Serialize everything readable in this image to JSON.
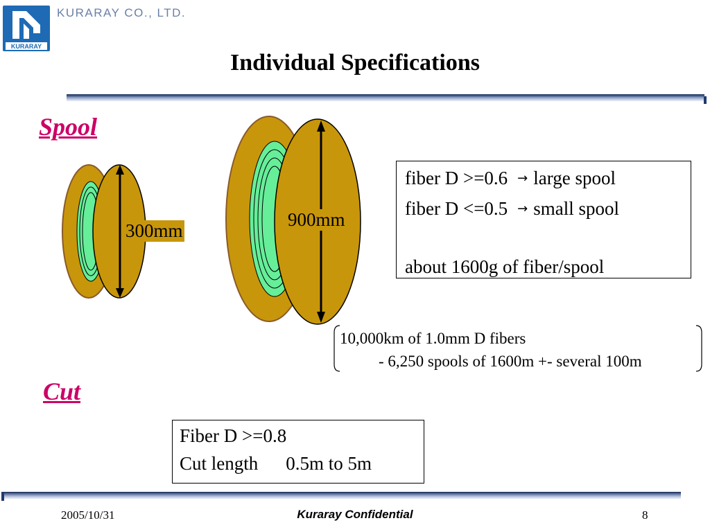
{
  "header": {
    "company": "KURARAY CO., LTD.",
    "logo_text": "KURARAY",
    "title": "Individual Specifications"
  },
  "spool_section": {
    "heading": "Spool",
    "small_dimension": "300mm",
    "large_dimension": "900mm",
    "rules": [
      {
        "condition": "fiber D >=0.6",
        "arrow": "→",
        "result": "large spool"
      },
      {
        "condition": "fiber D <=0.5",
        "arrow": "→",
        "result": "small spool"
      }
    ],
    "weight_note": "about 1600g of fiber/spool",
    "note_line1": "10,000km of 1.0mm D fibers",
    "note_line2": "- 6,250 spools of 1600m +- several 100m"
  },
  "cut_section": {
    "heading": "Cut",
    "line1": "Fiber D >=0.8",
    "line2_label": "Cut length",
    "line2_value": "0.5m to 5m"
  },
  "footer": {
    "date": "2005/10/31",
    "confidential": "Kuraray Confidential",
    "page": "8"
  },
  "colors": {
    "heading": "#cc0066",
    "spool_flange": "#c8960a",
    "spool_edge": "#9a6434",
    "fiber": "#66ee99",
    "logo_blue": "#1e6ab4",
    "rule_navy": "#1f3a6e"
  }
}
